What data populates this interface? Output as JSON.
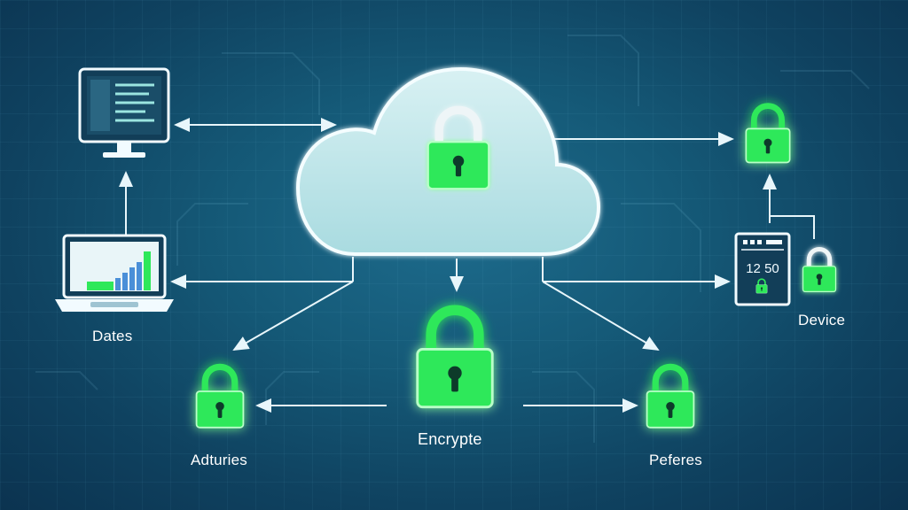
{
  "labels": {
    "dates": "Dates",
    "device": "Device",
    "encrypt": "Encrypte",
    "adtuneries": "Adturies",
    "peferes": "Peferes"
  },
  "device_screen": {
    "number": "12 50"
  },
  "colors": {
    "background": "#155a78",
    "lock_green": "#2ee85a",
    "cloud_fill": "#bfe6ea",
    "line": "#e8f6fb"
  },
  "icons": [
    "desktop-monitor-icon",
    "laptop-chart-icon",
    "cloud-icon",
    "padlock-icon",
    "device-panel-icon"
  ]
}
